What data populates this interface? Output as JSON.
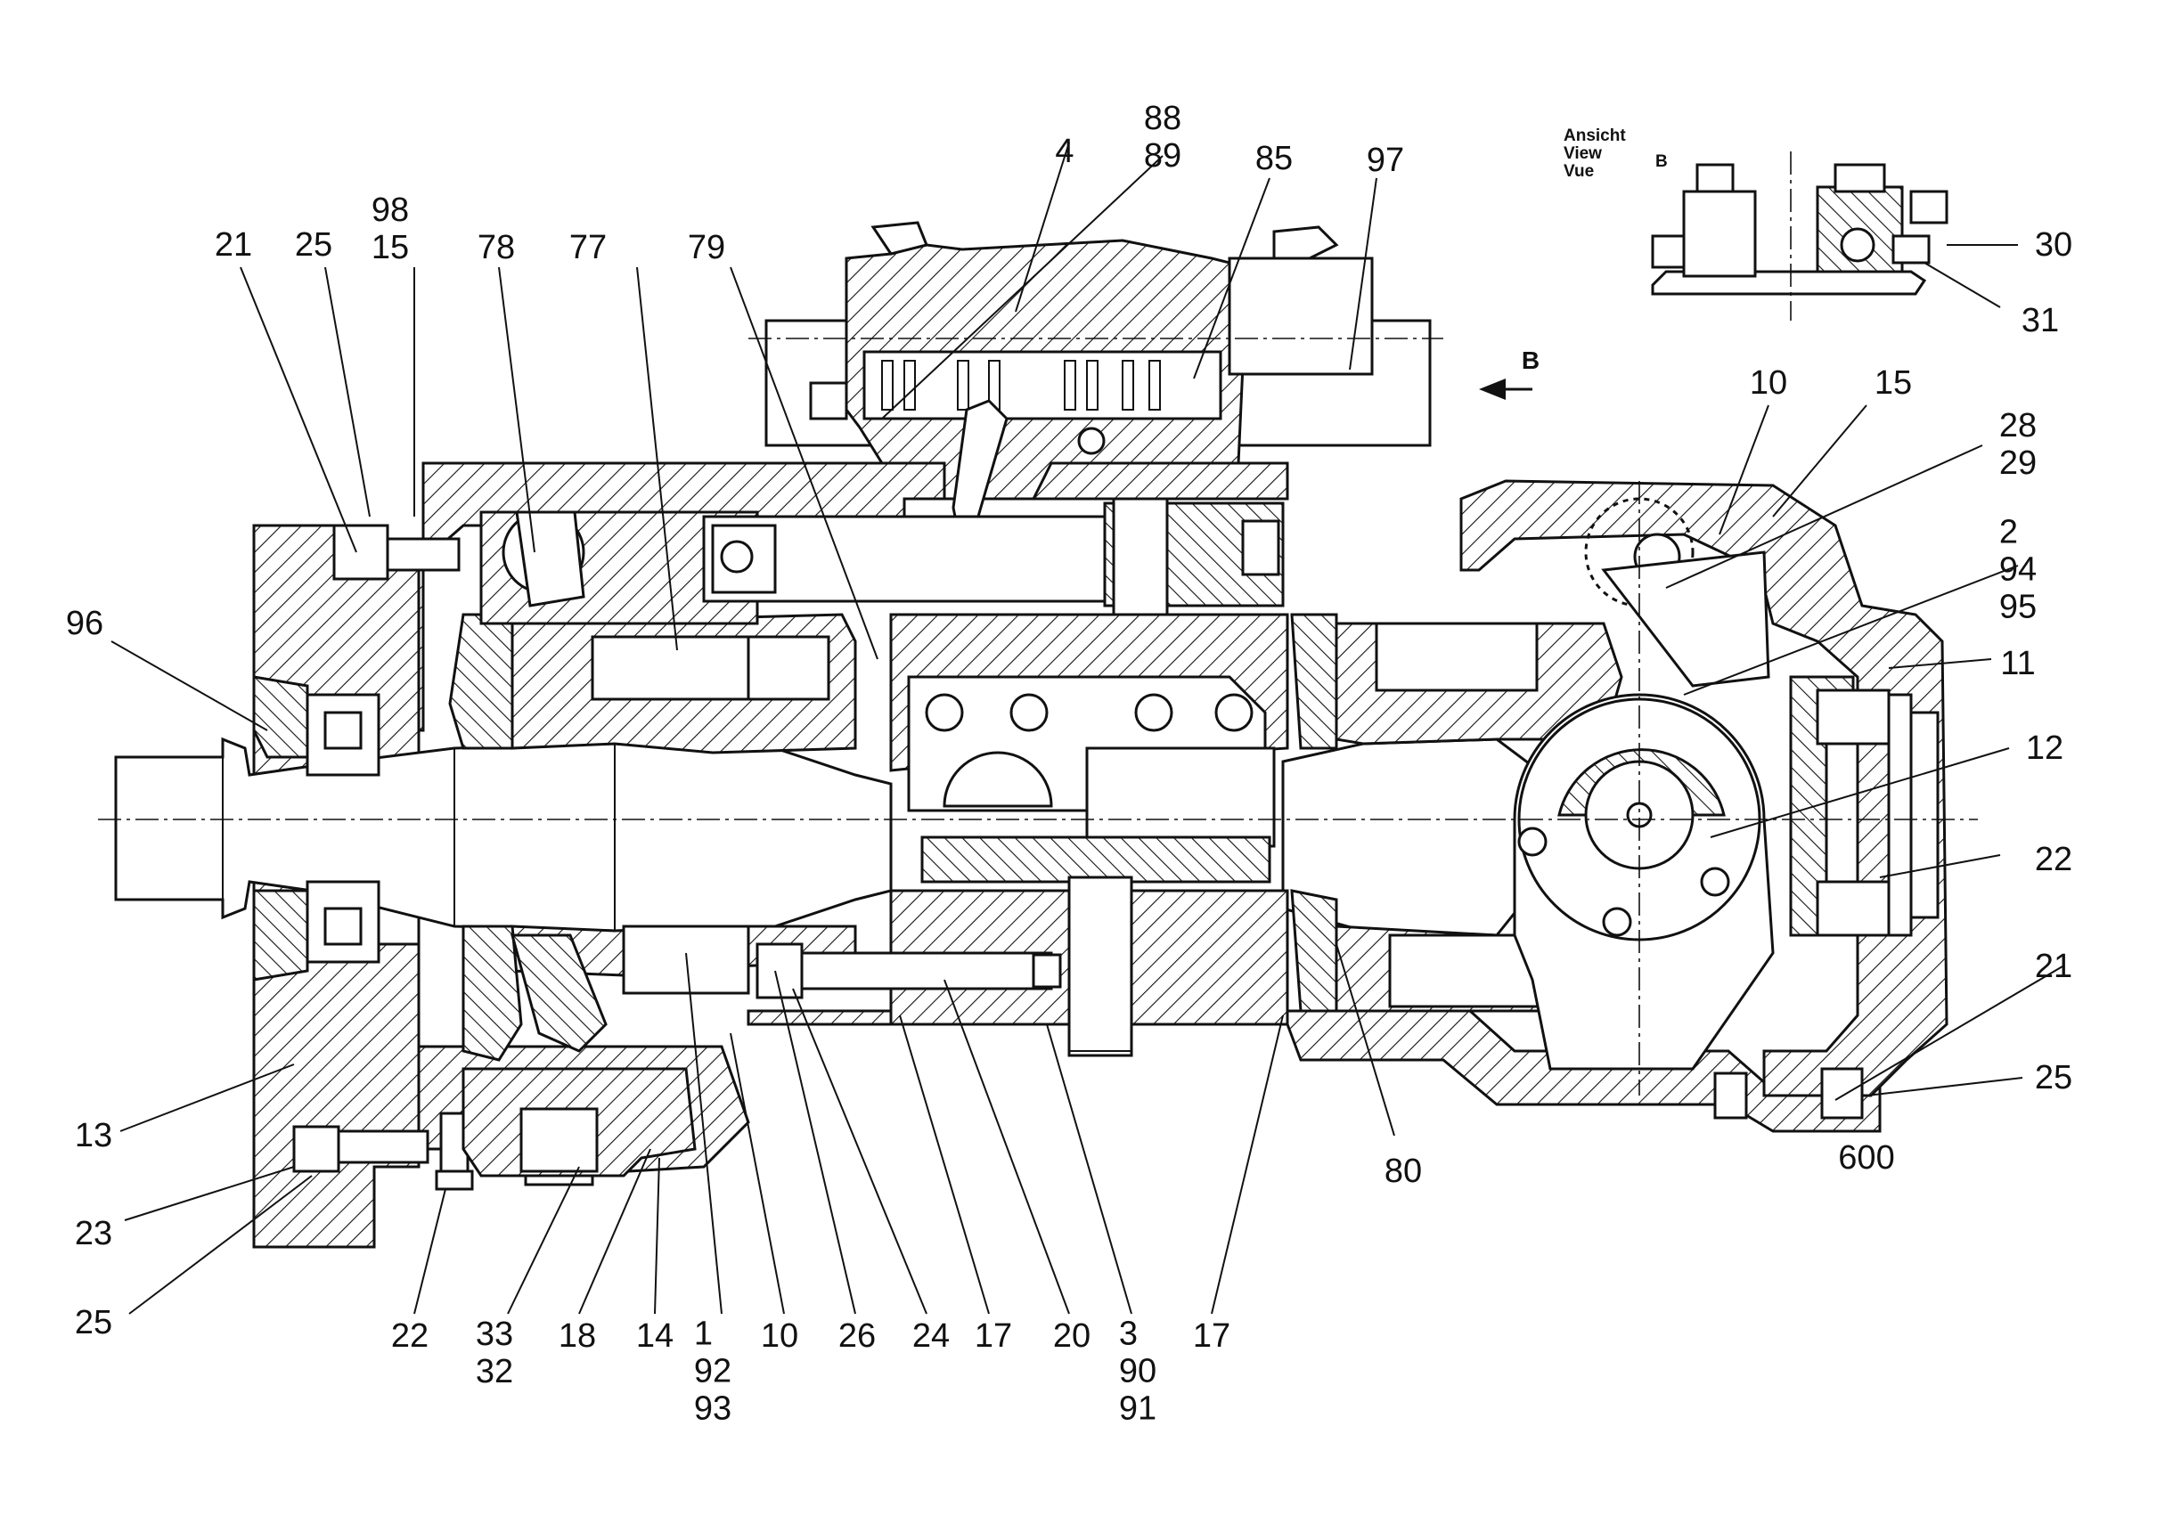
{
  "drawing": {
    "view_title": [
      "Ansicht",
      "View",
      "Vue"
    ],
    "view_letter": "B",
    "arrow_letter": "B"
  },
  "callouts": [
    {
      "id": "c-88-89",
      "lines": [
        "88",
        "89"
      ]
    },
    {
      "id": "c-4",
      "lines": [
        "4"
      ]
    },
    {
      "id": "c-85",
      "lines": [
        "85"
      ]
    },
    {
      "id": "c-97",
      "lines": [
        "97"
      ]
    },
    {
      "id": "c-21-top",
      "lines": [
        "21"
      ]
    },
    {
      "id": "c-25-top",
      "lines": [
        "25"
      ]
    },
    {
      "id": "c-98-15",
      "lines": [
        "98",
        "15"
      ]
    },
    {
      "id": "c-78",
      "lines": [
        "78"
      ]
    },
    {
      "id": "c-77",
      "lines": [
        "77"
      ]
    },
    {
      "id": "c-79",
      "lines": [
        "79"
      ]
    },
    {
      "id": "c-30",
      "lines": [
        "30"
      ]
    },
    {
      "id": "c-31",
      "lines": [
        "31"
      ]
    },
    {
      "id": "c-10-top",
      "lines": [
        "10"
      ]
    },
    {
      "id": "c-15-right",
      "lines": [
        "15"
      ]
    },
    {
      "id": "c-28-29",
      "lines": [
        "28",
        "29"
      ]
    },
    {
      "id": "c-2-94-95",
      "lines": [
        "2",
        "94",
        "95"
      ]
    },
    {
      "id": "c-96",
      "lines": [
        "96"
      ]
    },
    {
      "id": "c-11",
      "lines": [
        "11"
      ]
    },
    {
      "id": "c-12",
      "lines": [
        "12"
      ]
    },
    {
      "id": "c-22-right",
      "lines": [
        "22"
      ]
    },
    {
      "id": "c-21-right",
      "lines": [
        "21"
      ]
    },
    {
      "id": "c-25-right",
      "lines": [
        "25"
      ]
    },
    {
      "id": "c-600",
      "lines": [
        "600"
      ]
    },
    {
      "id": "c-80",
      "lines": [
        "80"
      ]
    },
    {
      "id": "c-13",
      "lines": [
        "13"
      ]
    },
    {
      "id": "c-23",
      "lines": [
        "23"
      ]
    },
    {
      "id": "c-25-bottom",
      "lines": [
        "25"
      ]
    },
    {
      "id": "c-22-bottom",
      "lines": [
        "22"
      ]
    },
    {
      "id": "c-33-32",
      "lines": [
        "33",
        "32"
      ]
    },
    {
      "id": "c-18",
      "lines": [
        "18"
      ]
    },
    {
      "id": "c-14",
      "lines": [
        "14"
      ]
    },
    {
      "id": "c-1-92-93",
      "lines": [
        "1",
        "92",
        "93"
      ]
    },
    {
      "id": "c-10-bottom",
      "lines": [
        "10"
      ]
    },
    {
      "id": "c-26",
      "lines": [
        "26"
      ]
    },
    {
      "id": "c-24",
      "lines": [
        "24"
      ]
    },
    {
      "id": "c-17-a",
      "lines": [
        "17"
      ]
    },
    {
      "id": "c-20",
      "lines": [
        "20"
      ]
    },
    {
      "id": "c-3-90-91",
      "lines": [
        "3",
        "90",
        "91"
      ]
    },
    {
      "id": "c-17-b",
      "lines": [
        "17"
      ]
    }
  ]
}
